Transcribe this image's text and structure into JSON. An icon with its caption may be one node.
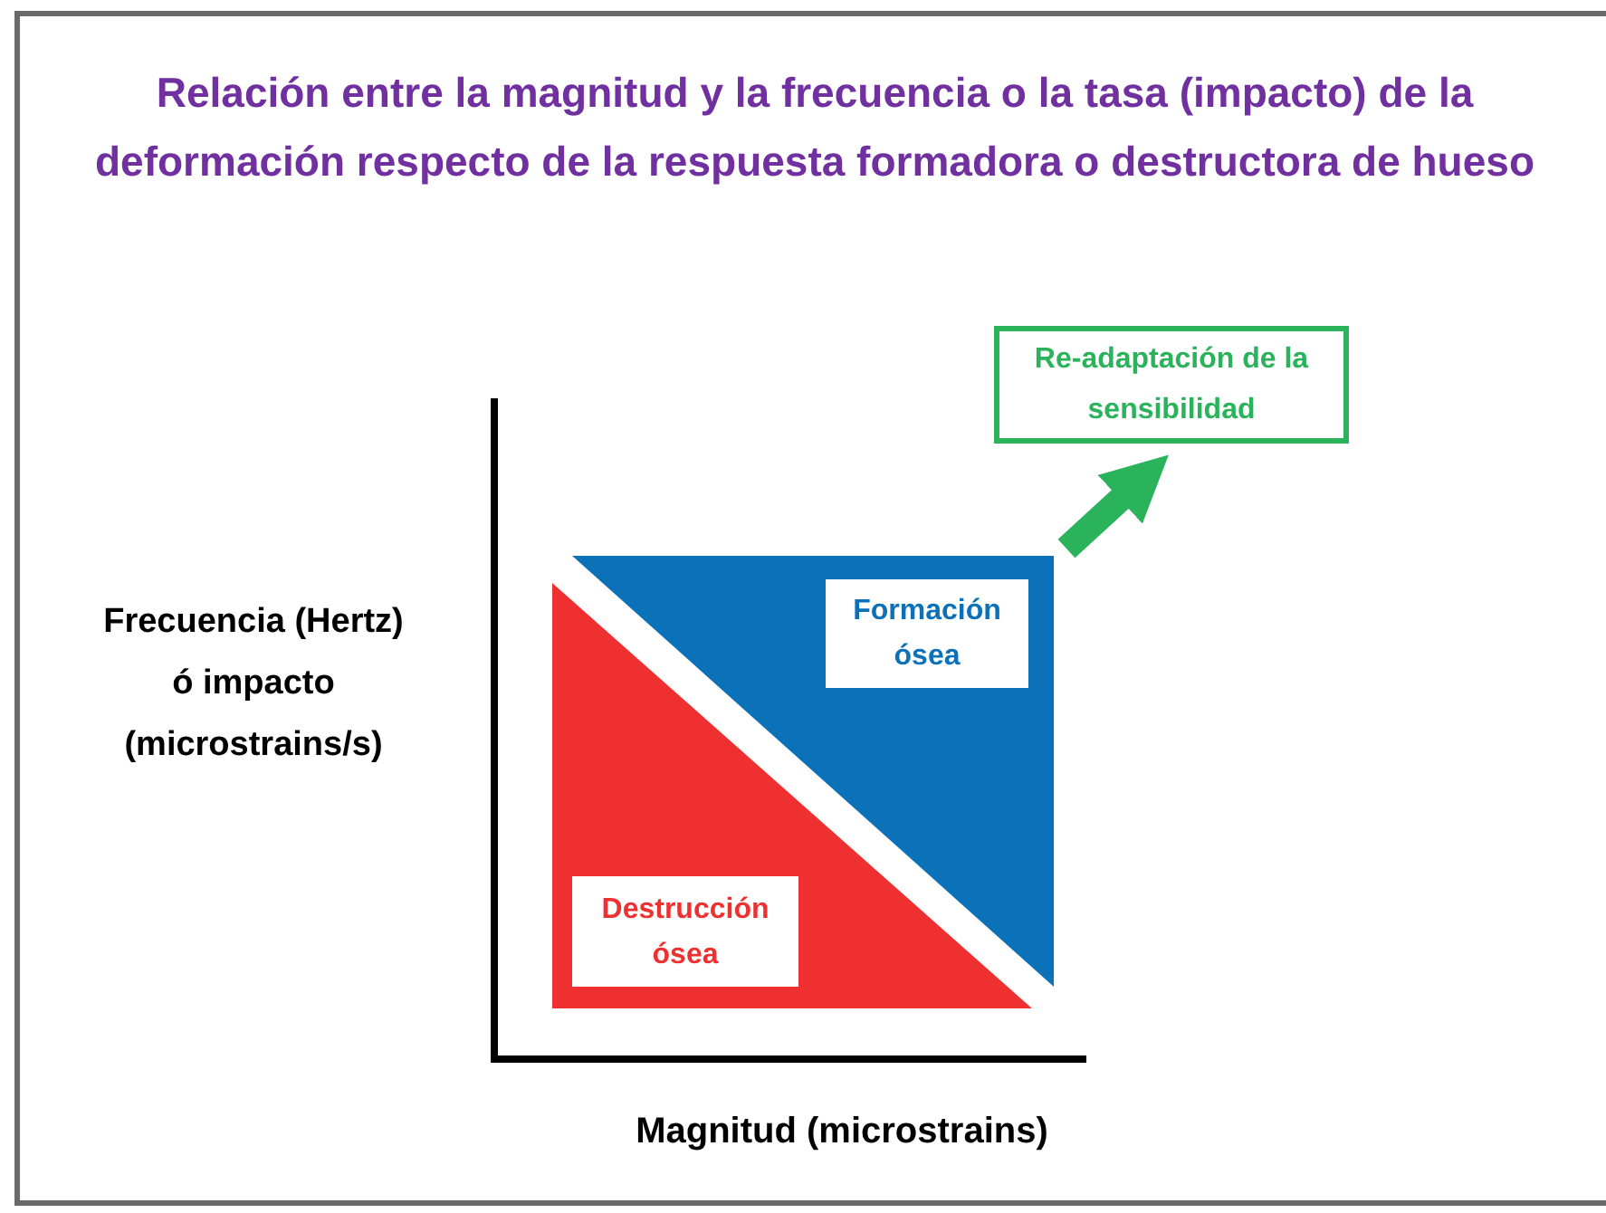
{
  "diagram": {
    "title": "Relación entre la magnitud y la frecuencia o la tasa (impacto) de la deformación respecto de la respuesta formadora o destructora de hueso",
    "nodes": [
      {
        "text": [
          "Formación ósea"
        ]
      },
      {
        "text": [
          "Destrucción ósea"
        ]
      },
      {
        "text": [
          "Re-adaptación de la sensibilidad"
        ]
      }
    ],
    "edges": [
      {
        "from": 0,
        "to": 2,
        "arrow": "to",
        "color": "#2bb35c"
      }
    ],
    "labels": [
      "Frecuencia (Hertz) ó impacto (microstrains/s)",
      "Magnitud (microstrains)"
    ]
  }
}
